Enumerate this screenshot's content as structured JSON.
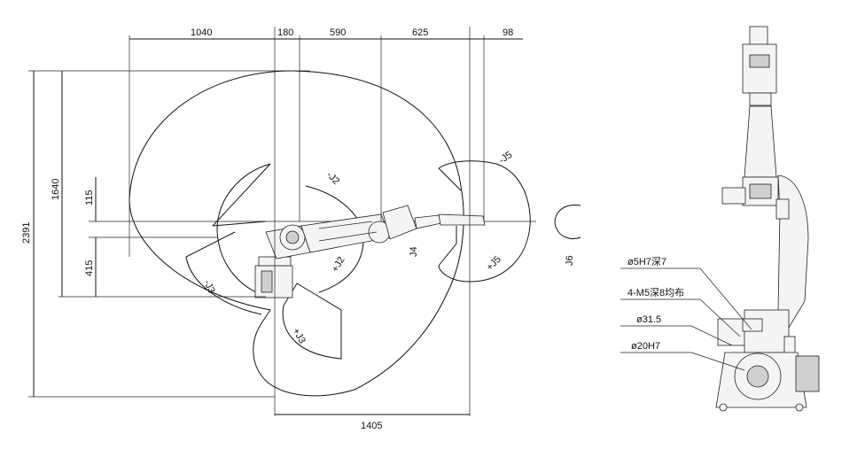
{
  "dimensions": {
    "top": [
      "1040",
      "180",
      "590",
      "625",
      "98"
    ],
    "left_outer": "2391",
    "left_1640": "1640",
    "left_115": "115",
    "left_415": "415",
    "bottom": "1405"
  },
  "joint_labels": {
    "minus_j2": "-J2",
    "plus_j2": "+J2",
    "minus_j3": "-J3",
    "plus_j3": "+J3",
    "j4": "J4",
    "minus_j5": "-J5",
    "plus_j5": "+J5",
    "j6": "J6"
  },
  "annotations": {
    "hole_1": "ø5H7深7",
    "hole_2": "4-M5深8均布",
    "diameter_1": "ø31.5",
    "diameter_2": "ø20H7"
  }
}
